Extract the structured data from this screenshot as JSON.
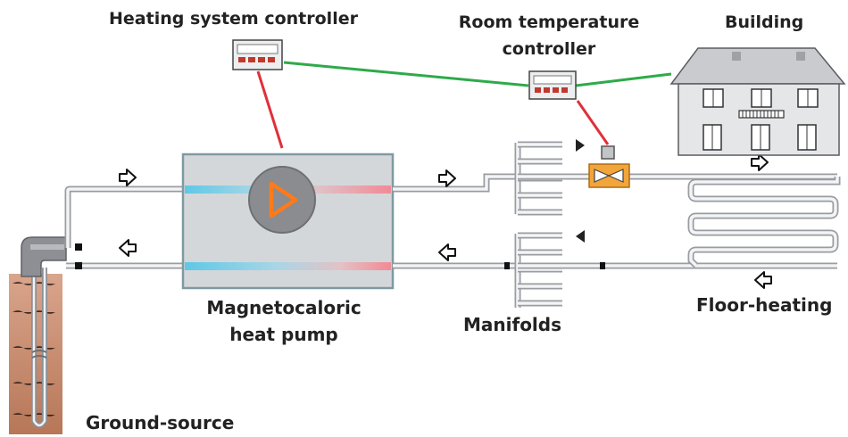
{
  "labels": {
    "heating_system_controller": "Heating system controller",
    "room_temperature_controller_line1": "Room temperature",
    "room_temperature_controller_line2": "controller",
    "building": "Building",
    "heat_pump_line1": "Magnetocaloric",
    "heat_pump_line2": "heat pump",
    "manifolds": "Manifolds",
    "floor_heating": "Floor-heating",
    "ground_source": "Ground-source"
  },
  "colors": {
    "signal_line_green": "#2eaa4a",
    "signal_line_red": "#e0303a",
    "pump_accent": "#ff7a1a",
    "cold_flow": "#5ec8e6",
    "warm_flow": "#f28a95",
    "soil": "#c98f72"
  },
  "icons": [
    "controller-icon",
    "pump-icon",
    "valve-icon",
    "flow-arrow-icon",
    "building-icon"
  ]
}
